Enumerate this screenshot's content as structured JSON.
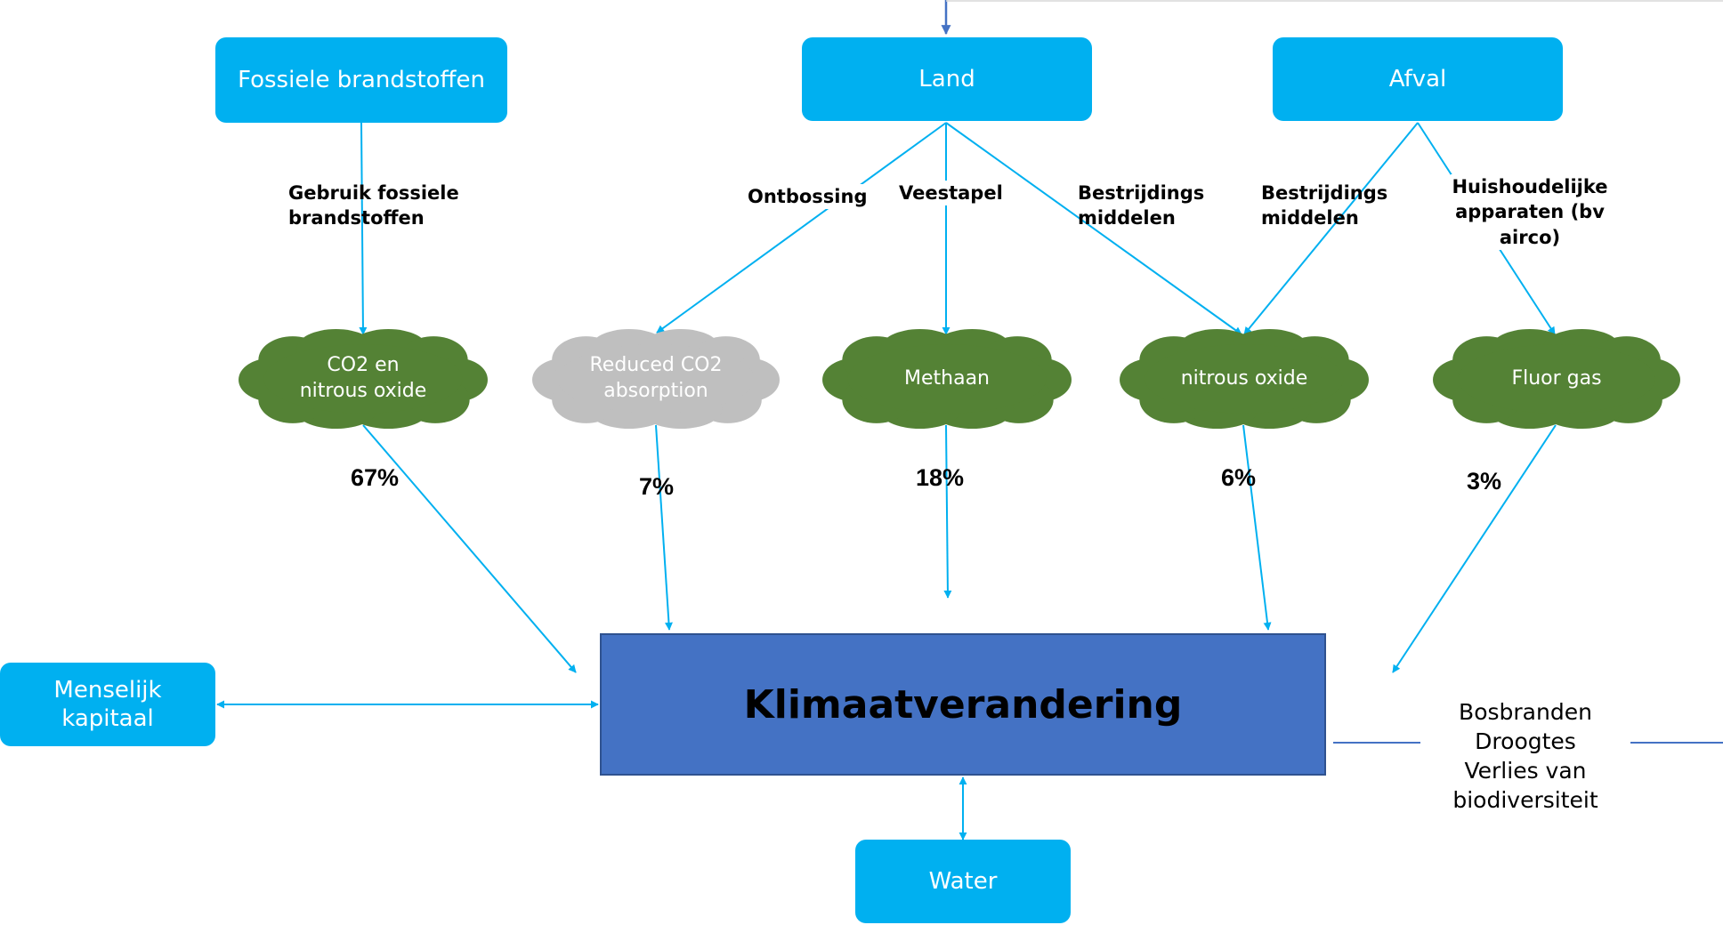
{
  "sources": {
    "fossil": "Fossiele brandstoffen",
    "land": "Land",
    "waste": "Afval"
  },
  "edge_labels": {
    "fossil_use": "Gebruik fossiele\nbrandstoffen",
    "deforestation": "Ontbossing",
    "livestock": "Veestapel",
    "pesticides_land": "Bestrijdings\nmiddelen",
    "pesticides_waste": "Bestrijdings\nmiddelen",
    "appliances": "Huishoudelijke\napparaten (bv\nairco)"
  },
  "gases": {
    "co2_nitrous": "CO2 en\nnitrous oxide",
    "reduced_co2": "Reduced CO2\nabsorption",
    "methane": "Methaan",
    "nitrous": "nitrous oxide",
    "fluor": "Fluor gas"
  },
  "percentages": {
    "co2_nitrous": "67%",
    "reduced_co2": "7%",
    "methane": "18%",
    "nitrous": "6%",
    "fluor": "3%"
  },
  "center": {
    "title": "Klimaatverandering"
  },
  "linked": {
    "human_capital": "Menselijk\nkapitaal",
    "water": "Water"
  },
  "effects": [
    "Bosbranden",
    "Droogtes",
    "Verlies van",
    "biodiversiteit"
  ],
  "colors": {
    "source_box": "#00b0f0",
    "gas_cloud": "#548235",
    "reduced_cloud": "#bfbfbf",
    "center_box": "#4472c4",
    "arrow": "#00b0f0"
  }
}
